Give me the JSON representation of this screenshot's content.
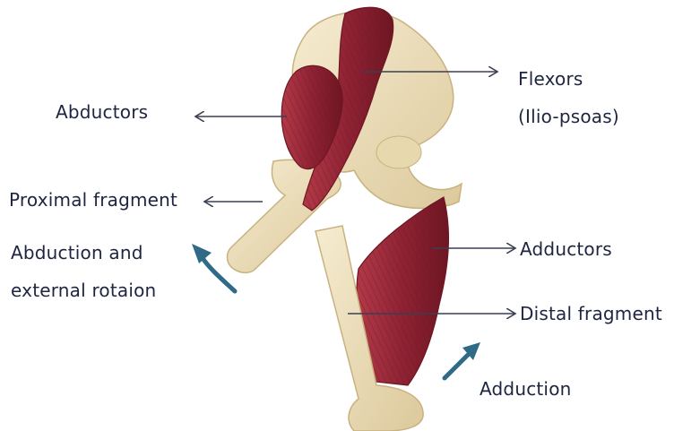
{
  "labels": {
    "abductors": "Abductors",
    "flexors_line1": "Flexors",
    "flexors_line2": "(Ilio-psoas)",
    "proximal_fragment": "Proximal fragment",
    "abduction_line1": "Abduction and",
    "abduction_line2": "external rotaion",
    "adductors": "Adductors",
    "distal_fragment": "Distal fragment",
    "adduction": "Adduction"
  },
  "colors": {
    "bone": "#efe3c2",
    "bone_shadow": "#d9c79b",
    "muscle": "#9e2b3a",
    "muscle_dark": "#6e1623",
    "motion_arrow": "#2f6a86",
    "pointer_line": "#3a3f52",
    "text": "#1d2540"
  }
}
